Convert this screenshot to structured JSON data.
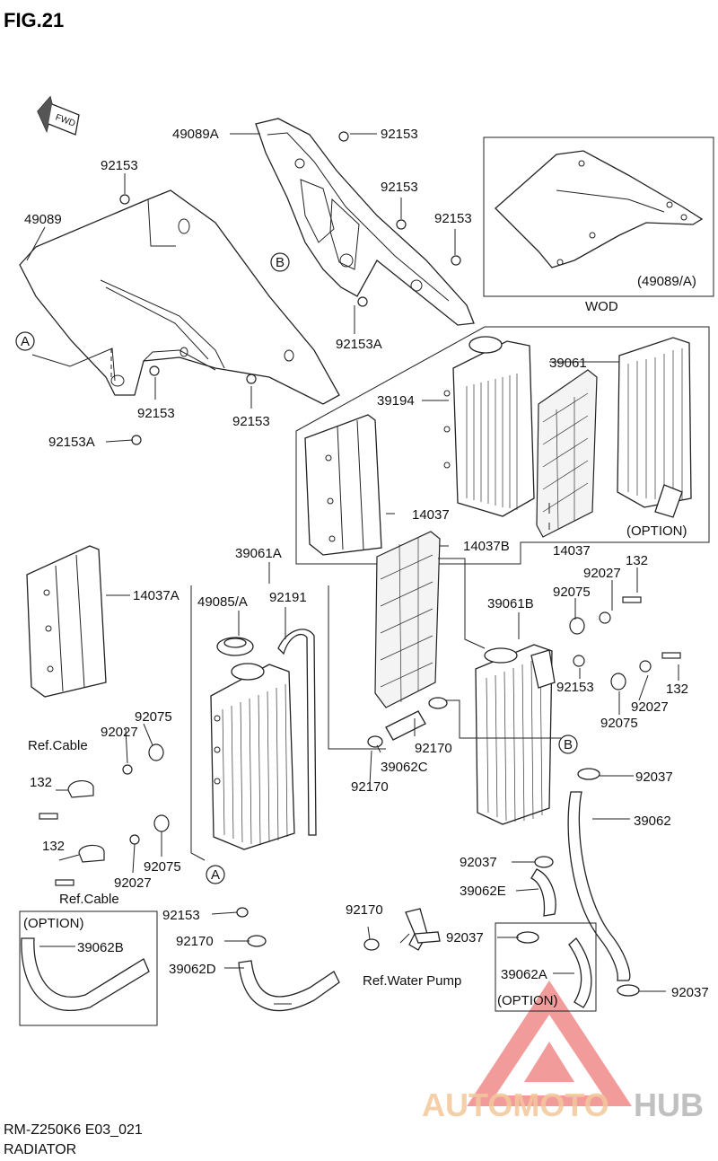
{
  "header": {
    "fig_title": "FIG.21",
    "fwd_label": "FWD"
  },
  "footer": {
    "code": "RM-Z250K6 E03_021",
    "name": "RADIATOR"
  },
  "watermark": {
    "part1": "AUTOMOTO",
    "part2": "HUB",
    "colors": {
      "triangle": "#e84a4a",
      "text1": "#f3b17a",
      "text2": "#a9a9a9"
    }
  },
  "callouts": {
    "c1": "49089A",
    "c2": "92153",
    "c3": "92153",
    "c4": "92153",
    "c5": "49089",
    "c6": "92153",
    "c7": "92153A",
    "c8": "92153",
    "c9": "92153",
    "c10": "92153A",
    "c11": "39061",
    "c12": "39194",
    "c13": "14037",
    "c14": "14037",
    "c15": "14037B",
    "c16": "39061A",
    "c17": "14037A",
    "c18": "49085/A",
    "c19": "92191",
    "c20": "39061B",
    "c21": "92027",
    "c22": "132",
    "c23": "92075",
    "c24": "92153",
    "c25": "92027",
    "c26": "132",
    "c27": "92075",
    "c28": "92075",
    "c29": "92027",
    "c30": "Ref.Cable",
    "c31": "132",
    "c32": "92075",
    "c33": "132",
    "c34": "92027",
    "c35": "Ref.Cable",
    "c36": "92170",
    "c37": "39062C",
    "c38": "92170",
    "c39": "92037",
    "c40": "39062",
    "c41": "92037",
    "c42": "39062E",
    "c43": "92153",
    "c44": "92170",
    "c45": "39062D",
    "c46": "92170",
    "c47": "Ref.Water Pump",
    "c48": "92037",
    "c49": "39062A",
    "c50": "92037",
    "c51": "39062B"
  },
  "markers": {
    "a1": "A",
    "a2": "A",
    "b1": "B",
    "b2": "B"
  },
  "boxes": {
    "wod": {
      "part": "(49089/A)",
      "title": "WOD"
    },
    "option_top": "(OPTION)",
    "option_left": "(OPTION)",
    "option_right": "(OPTION)"
  }
}
